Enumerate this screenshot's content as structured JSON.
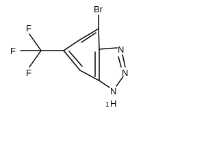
{
  "molecule": {
    "atoms": {
      "bromine": "Br",
      "fluorine_top": "F",
      "fluorine_middle": "F",
      "fluorine_bottom": "F",
      "nitrogen_upper": "N",
      "nitrogen_middle": "N",
      "nitrogen_nh": "N",
      "hydrogen_prefix": "1",
      "hydrogen": "H"
    }
  }
}
